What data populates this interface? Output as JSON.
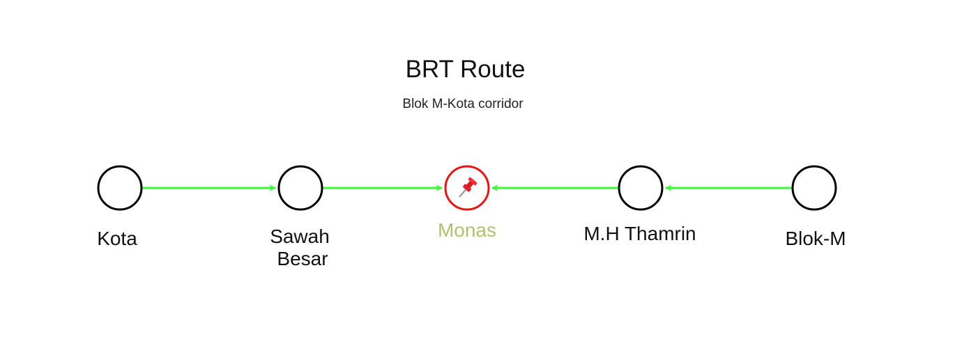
{
  "title": "BRT Route",
  "subtitle": "Blok M-Kota corridor",
  "colors": {
    "connector": "#33ff33",
    "node_stroke": "#000000",
    "current_stroke": "#ee1111",
    "current_label": "#b5c06b"
  },
  "stations": [
    {
      "id": "kota",
      "name": "Kota",
      "name_line2": ""
    },
    {
      "id": "sawah-besar",
      "name": "Sawah",
      "name_line2": "Besar"
    },
    {
      "id": "monas",
      "name": "Monas",
      "name_line2": "",
      "current": true,
      "icon": "pushpin-icon"
    },
    {
      "id": "mh-thamrin",
      "name": "M.H Thamrin",
      "name_line2": ""
    },
    {
      "id": "blok-m",
      "name": "Blok-M",
      "name_line2": ""
    }
  ]
}
